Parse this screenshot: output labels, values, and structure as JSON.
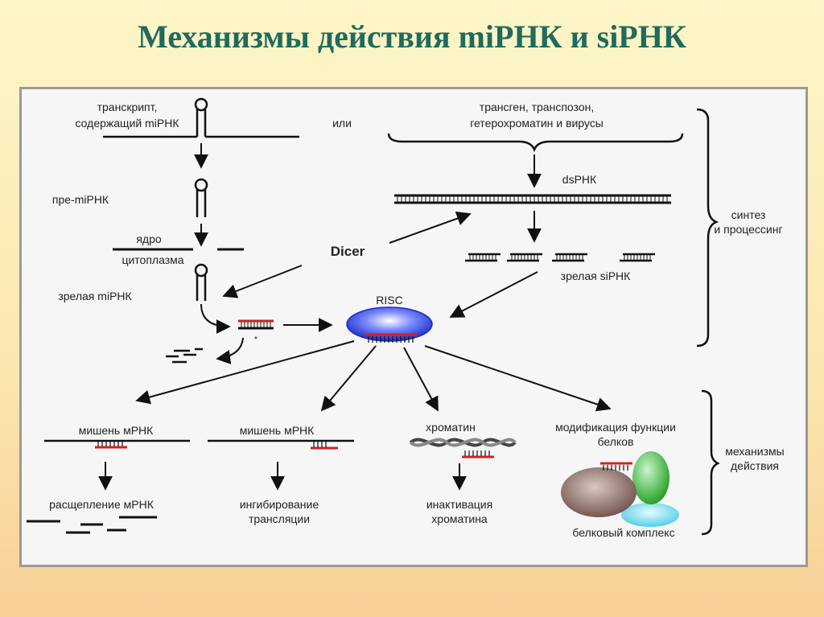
{
  "slide": {
    "title": "Механизмы действия miРНК и siРНК"
  },
  "labels": {
    "transcript_line1": "транскрипт,",
    "transcript_line2": "содержащий miРНК",
    "or": "или",
    "sources_line1": "трансген, транспозон,",
    "sources_line2": "гетерохроматин и вирусы",
    "pre_mirna": "пре-miРНК",
    "dsrna": "dsРНК",
    "nucleus": "ядро",
    "cytoplasm": "цитоплазма",
    "dicer": "Dicer",
    "synthesis_line1": "синтез",
    "synthesis_line2": "и процессинг",
    "mature_mirna": "зрелая miРНК",
    "mature_sirna": "зрелая siРНК",
    "risc": "RISC",
    "target1": "мишень мРНК",
    "target2": "мишень мРНК",
    "chromatin": "хроматин",
    "protein_mod_line1": "модификация функции",
    "protein_mod_line2": "белков",
    "mechanisms_line1": "механизмы",
    "mechanisms_line2": "действия",
    "cleavage": "расщепление мРНК",
    "translation_line1": "ингибирование",
    "translation_line2": "трансляции",
    "inactivation_line1": "инактивация",
    "inactivation_line2": "хроматина",
    "protein_complex": "белковый комплекс"
  },
  "colors": {
    "title": "#1f6b5d",
    "red_strand": "#d42020",
    "risc_blue": "#2a3fd0",
    "protein_brown": "#8a6a62",
    "protein_green": "#3cbf3c",
    "protein_cyan": "#6fe0f0"
  }
}
